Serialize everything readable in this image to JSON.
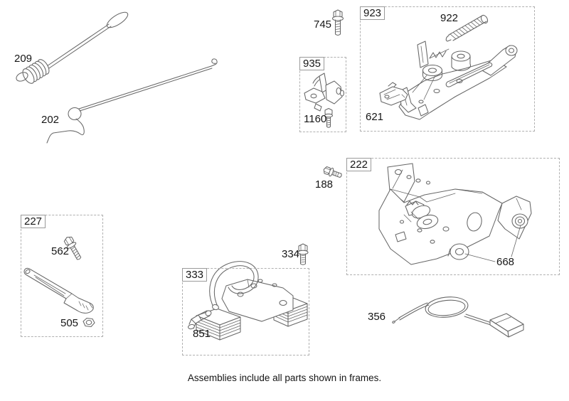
{
  "caption": "Assemblies include all parts shown in frames.",
  "colors": {
    "background": "#ffffff",
    "line_art": "#676767",
    "frame_border": "#b0b0b0",
    "label_text": "#161616"
  },
  "frames": [
    {
      "number": "923",
      "assembly_shape": "throttle-control-bracket-assembly",
      "parts": [
        {
          "number": "922",
          "shape": "extension-spring"
        },
        {
          "number": "621",
          "shape": "clip-bracket"
        }
      ]
    },
    {
      "number": "935",
      "assembly_shape": "lever-bracket-assembly",
      "parts": [
        {
          "number": "1160",
          "shape": "hex-flange-bolt"
        }
      ]
    },
    {
      "number": "222",
      "assembly_shape": "control-mounting-bracket-assembly",
      "parts": [
        {
          "number": "668",
          "shape": "rubber-grommet"
        }
      ]
    },
    {
      "number": "227",
      "assembly_shape": "brake-lever-assembly",
      "parts": [
        {
          "number": "562",
          "shape": "hex-flange-bolt"
        },
        {
          "number": "505",
          "shape": "hex-nut"
        }
      ]
    },
    {
      "number": "333",
      "assembly_shape": "ignition-coil-armature-assembly",
      "parts": [
        {
          "number": "851",
          "shape": "elbow-fitting"
        }
      ]
    }
  ],
  "loose_parts": [
    {
      "number": "209",
      "shape": "extension-spring-with-link"
    },
    {
      "number": "202",
      "shape": "bent-wire-governor-link"
    },
    {
      "number": "745",
      "shape": "hex-flange-bolt"
    },
    {
      "number": "188",
      "shape": "hex-flange-bolt"
    },
    {
      "number": "334",
      "shape": "hex-flange-bolt"
    },
    {
      "number": "356",
      "shape": "stop-switch-cable-with-loop-and-connector"
    }
  ]
}
